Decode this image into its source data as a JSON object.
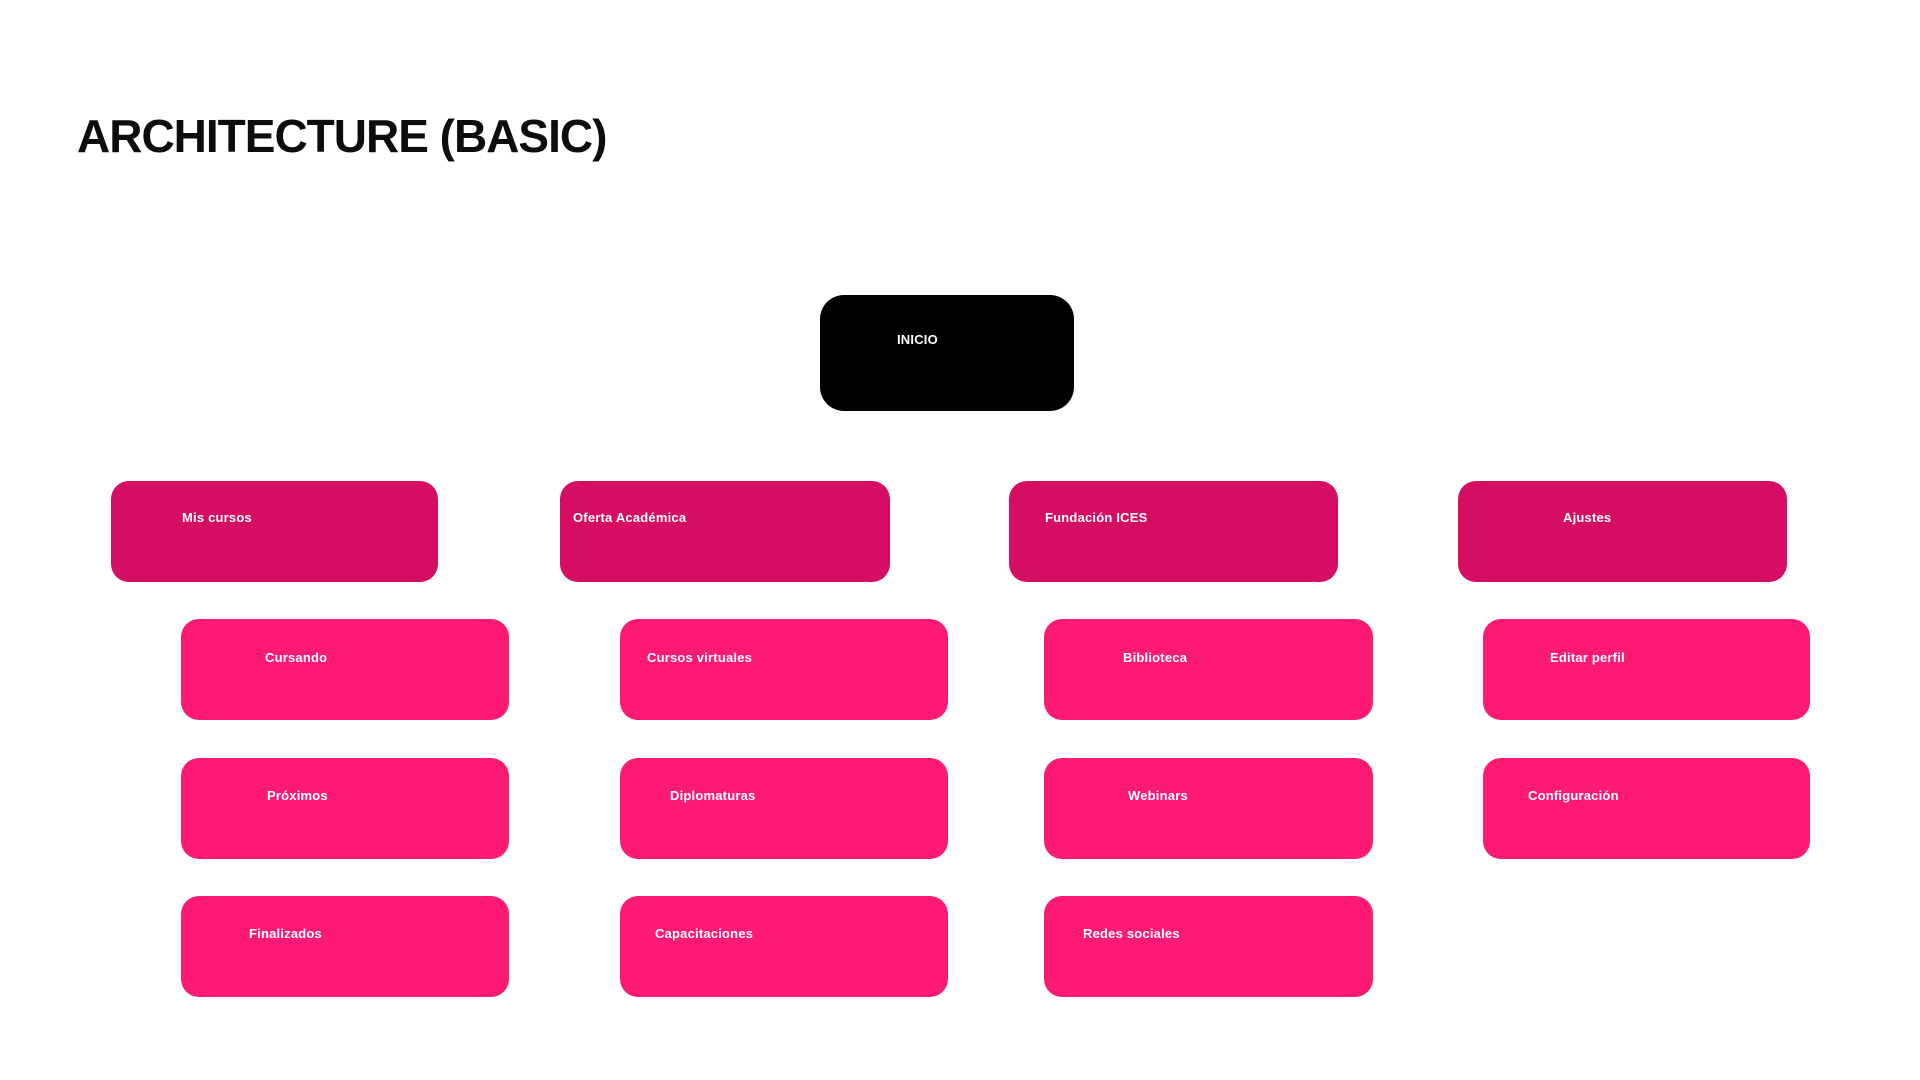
{
  "page": {
    "title": "ARCHITECTURE (BASIC)"
  },
  "colors": {
    "page_bg": "#FFFFFF",
    "title_text": "#0D0D0D",
    "root_fill": "#000000",
    "level1_fill": "#D60E63",
    "level2_fill": "#FC1A74",
    "node_text": "#FFFFFF"
  },
  "diagram": {
    "type": "sitemap-tree",
    "root": {
      "id": "inicio",
      "label": "INICIO"
    },
    "branches": [
      {
        "id": "mis-cursos",
        "label": "Mis cursos",
        "children": [
          {
            "id": "cursando",
            "label": "Cursando"
          },
          {
            "id": "proximos",
            "label": "Próximos"
          },
          {
            "id": "finalizados",
            "label": "Finalizados"
          }
        ]
      },
      {
        "id": "oferta-academica",
        "label": "Oferta Académica",
        "children": [
          {
            "id": "cursos-virtuales",
            "label": "Cursos virtuales"
          },
          {
            "id": "diplomaturas",
            "label": "Diplomaturas"
          },
          {
            "id": "capacitaciones",
            "label": "Capacitaciones"
          }
        ]
      },
      {
        "id": "fundacion-ices",
        "label": "Fundación ICES",
        "children": [
          {
            "id": "biblioteca",
            "label": "Biblioteca"
          },
          {
            "id": "webinars",
            "label": "Webinars"
          },
          {
            "id": "redes-sociales",
            "label": "Redes sociales"
          }
        ]
      },
      {
        "id": "ajustes",
        "label": "Ajustes",
        "children": [
          {
            "id": "editar-perfil",
            "label": "Editar perfil"
          },
          {
            "id": "configuracion",
            "label": "Configuración"
          }
        ]
      }
    ]
  }
}
